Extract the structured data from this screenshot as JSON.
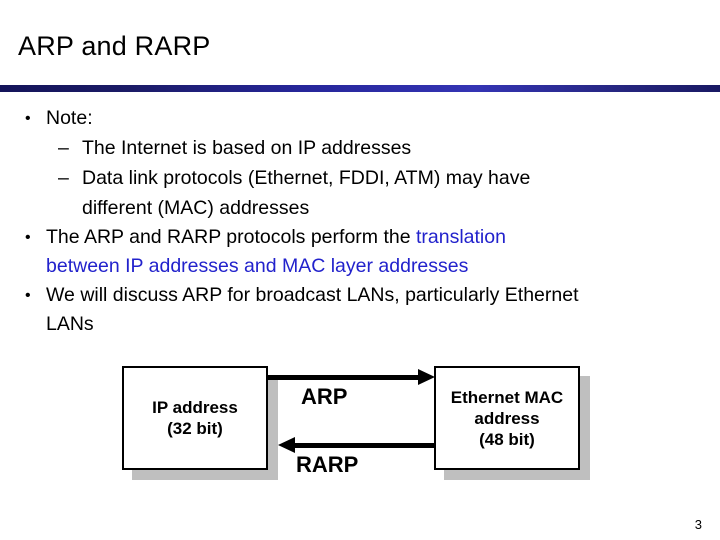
{
  "slide": {
    "title": "ARP and RARP",
    "page_number": "3",
    "accent_color": "#2222cc",
    "rule_color_dark": "#14145a",
    "rule_color_bright": "#3434b4"
  },
  "body": {
    "bullet_mark": "•",
    "dash_mark": "–",
    "items": [
      {
        "level": 1,
        "text": "Note:"
      },
      {
        "level": 2,
        "text": "The Internet is based on IP addresses"
      },
      {
        "level": 2,
        "text": "Data link protocols (Ethernet, FDDI, ATM) may have",
        "wrap": "different (MAC) addresses"
      },
      {
        "level": 1,
        "text_plain": "The ARP and RARP protocols perform the ",
        "text_accent": "translation",
        "wrap_accent": "between IP addresses and MAC layer addresses"
      },
      {
        "level": 1,
        "text": "We will discuss ARP for broadcast LANs, particularly Ethernet",
        "wrap": "LANs"
      }
    ]
  },
  "diagram": {
    "left_box": {
      "line1": "IP address",
      "line2": "(32 bit)"
    },
    "right_box": {
      "line1": "Ethernet MAC",
      "line2": "address",
      "line3": "(48 bit)"
    },
    "arrow_top_label": "ARP",
    "arrow_bottom_label": "RARP"
  }
}
